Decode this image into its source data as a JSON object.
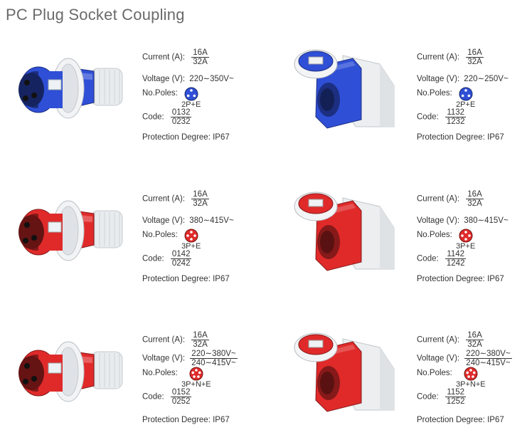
{
  "page": {
    "title": "PC Plug Socket Coupling"
  },
  "labels": {
    "current": "Current (A):",
    "voltage": "Voltage (V):",
    "poles": "No.Poles:",
    "code": "Code:"
  },
  "products": [
    {
      "kind": "plug",
      "color": "#2f4fd6",
      "current_top": "16A",
      "current_bottom": "32A",
      "voltage_top": "220∼350V~",
      "voltage_bottom": "",
      "poles": "2P+E",
      "code_top": "0132",
      "code_bottom": "0232",
      "protection": "Protection Degree: IP67"
    },
    {
      "kind": "socket",
      "color": "#2f4fd6",
      "current_top": "16A",
      "current_bottom": "32A",
      "voltage_top": "220∼250V~",
      "voltage_bottom": "",
      "poles": "2P+E",
      "code_top": "1132",
      "code_bottom": "1232",
      "protection": "Protection Degree: IP67"
    },
    {
      "kind": "plug",
      "color": "#e02a2a",
      "current_top": "16A",
      "current_bottom": "32A",
      "voltage_top": "380∼415V~",
      "voltage_bottom": "",
      "poles": "3P+E",
      "code_top": "0142",
      "code_bottom": "0242",
      "protection": "Protection Degree: IP67"
    },
    {
      "kind": "socket",
      "color": "#e02a2a",
      "current_top": "16A",
      "current_bottom": "32A",
      "voltage_top": "380∼415V~",
      "voltage_bottom": "",
      "poles": "3P+E",
      "code_top": "1142",
      "code_bottom": "1242",
      "protection": "Protection Degree: IP67"
    },
    {
      "kind": "plug",
      "color": "#e02a2a",
      "current_top": "16A",
      "current_bottom": "32A",
      "voltage_top": "220∼380V~",
      "voltage_bottom": "240∼415V~",
      "poles": "3P+N+E",
      "code_top": "0152",
      "code_bottom": "0252",
      "protection": "Protection Degree: IP67"
    },
    {
      "kind": "socket",
      "color": "#e02a2a",
      "current_top": "16A",
      "current_bottom": "32A",
      "voltage_top": "220∼380V~",
      "voltage_bottom": "240∼415V~",
      "poles": "3P+N+E",
      "code_top": "1152",
      "code_bottom": "1252",
      "protection": "Protection Degree: IP67"
    }
  ]
}
